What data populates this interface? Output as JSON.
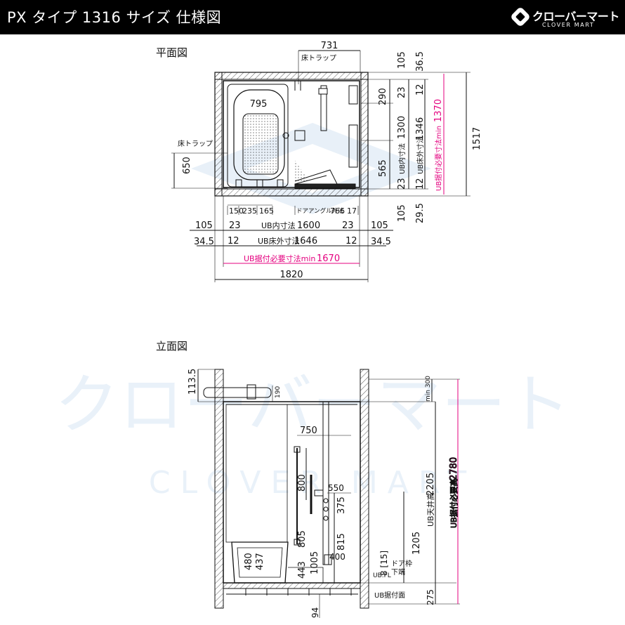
{
  "header": {
    "title": "PX タイプ 1316 サイズ 仕様図",
    "logo_name": "クローバーマート",
    "logo_sub": "CLOVER MART"
  },
  "watermark": {
    "text": "クローバーマート",
    "sub": "CLOVER MART"
  },
  "plan": {
    "title": "平面図",
    "dims": {
      "d731": "731",
      "floor_trap_top": "床トラップ",
      "floor_trap_left": "床トラップ",
      "d105a": "105",
      "d36_5": "36.5",
      "d23a": "23",
      "d12a": "12",
      "d290": "290",
      "d1300": "1300",
      "d1346": "1346",
      "ub_inner": "UB内寸法",
      "ub_floor_outer": "UB床外寸法",
      "ub_min_label": "UB据付必要寸法min",
      "d1370": "1370",
      "d1517": "1517",
      "d565": "565",
      "d23b": "23",
      "d12b": "12",
      "d105b": "105",
      "d29_5": "29.5",
      "d795": "795",
      "d650": "650",
      "d150": "150",
      "d235": "235",
      "d165": "165",
      "door_angle": "ドアアングル外法",
      "d766": "766",
      "d17": "17",
      "d105c": "105",
      "d23c": "23",
      "ub_inner_w": "UB内寸法",
      "d1600": "1600",
      "d23d": "23",
      "d105d": "105",
      "d34_5a": "34.5",
      "d12c": "12",
      "ub_floor_w": "UB床外寸法",
      "d1646": "1646",
      "d12d": "12",
      "d34_5b": "34.5",
      "ub_min_w": "UB据付必要寸法min",
      "d1670": "1670",
      "d1820": "1820"
    }
  },
  "elevation": {
    "title": "立面図",
    "dims": {
      "d113_5": "113.5",
      "d190": "190",
      "min300": "min 300",
      "d750": "750",
      "d550": "550",
      "d800": "800",
      "d375": "375",
      "ub_ceiling": "UB天井高",
      "d2205": "2205",
      "ub_req_h": "UB据付必要高",
      "d2780": "2780",
      "d1205": "1205",
      "d805": "805",
      "d1005": "1005",
      "d815": "815",
      "d400": "400",
      "d480": "480",
      "d437": "437",
      "d443": "443",
      "d8_15": "8 [15]",
      "door_frame": "ドア枠",
      "lower_end": "下端",
      "ub_fl": "UB.FL",
      "ub_base": "UB据付面",
      "d275": "275",
      "d94": "94"
    }
  },
  "colors": {
    "accent": "#e4007f",
    "header_bg": "#000000",
    "line": "#111111",
    "watermark": "#eaf2fa"
  }
}
